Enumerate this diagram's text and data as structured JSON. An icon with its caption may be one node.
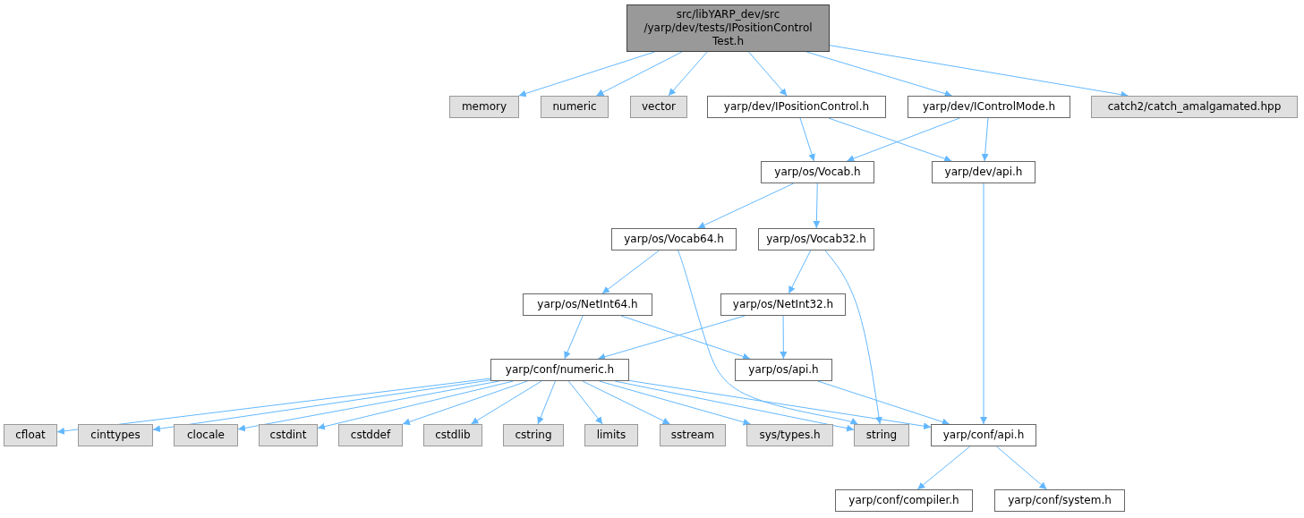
{
  "diagram": {
    "nodes": [
      {
        "text": [
          "src/libYARP_dev/src /yarp/dev/tests/IPositionControl Test.h"
        ]
      },
      {
        "text": [
          "memory"
        ]
      },
      {
        "text": [
          "numeric"
        ]
      },
      {
        "text": [
          "vector"
        ]
      },
      {
        "text": [
          "yarp/dev/IPositionControl.h"
        ]
      },
      {
        "text": [
          "yarp/dev/IControlMode.h"
        ]
      },
      {
        "text": [
          "catch2/catch_amalgamated.hpp"
        ]
      },
      {
        "text": [
          "yarp/os/Vocab.h"
        ]
      },
      {
        "text": [
          "yarp/dev/api.h"
        ]
      },
      {
        "text": [
          "yarp/os/Vocab64.h"
        ]
      },
      {
        "text": [
          "yarp/os/Vocab32.h"
        ]
      },
      {
        "text": [
          "yarp/os/NetInt64.h"
        ]
      },
      {
        "text": [
          "yarp/os/NetInt32.h"
        ]
      },
      {
        "text": [
          "yarp/conf/numeric.h"
        ]
      },
      {
        "text": [
          "yarp/os/api.h"
        ]
      },
      {
        "text": [
          "cfloat"
        ]
      },
      {
        "text": [
          "cinttypes"
        ]
      },
      {
        "text": [
          "clocale"
        ]
      },
      {
        "text": [
          "cstdint"
        ]
      },
      {
        "text": [
          "cstddef"
        ]
      },
      {
        "text": [
          "cstdlib"
        ]
      },
      {
        "text": [
          "cstring"
        ]
      },
      {
        "text": [
          "limits"
        ]
      },
      {
        "text": [
          "sstream"
        ]
      },
      {
        "text": [
          "sys/types.h"
        ]
      },
      {
        "text": [
          "string"
        ]
      },
      {
        "text": [
          "yarp/conf/api.h"
        ]
      },
      {
        "text": [
          "yarp/conf/compiler.h"
        ]
      },
      {
        "text": [
          "yarp/conf/system.h"
        ]
      }
    ],
    "edges": [
      {
        "from": 0,
        "to": 1,
        "arrow": "to"
      },
      {
        "from": 0,
        "to": 2,
        "arrow": "to"
      },
      {
        "from": 0,
        "to": 3,
        "arrow": "to"
      },
      {
        "from": 0,
        "to": 4,
        "arrow": "to"
      },
      {
        "from": 0,
        "to": 5,
        "arrow": "to"
      },
      {
        "from": 0,
        "to": 6,
        "arrow": "to"
      },
      {
        "from": 4,
        "to": 7,
        "arrow": "to"
      },
      {
        "from": 4,
        "to": 8,
        "arrow": "to"
      },
      {
        "from": 5,
        "to": 7,
        "arrow": "to"
      },
      {
        "from": 5,
        "to": 8,
        "arrow": "to"
      },
      {
        "from": 7,
        "to": 9,
        "arrow": "to"
      },
      {
        "from": 7,
        "to": 10,
        "arrow": "to"
      },
      {
        "from": 8,
        "to": 26,
        "arrow": "to"
      },
      {
        "from": 9,
        "to": 11,
        "arrow": "to"
      },
      {
        "from": 9,
        "to": 25,
        "arrow": "to"
      },
      {
        "from": 10,
        "to": 12,
        "arrow": "to"
      },
      {
        "from": 10,
        "to": 25,
        "arrow": "to"
      },
      {
        "from": 11,
        "to": 13,
        "arrow": "to"
      },
      {
        "from": 11,
        "to": 14,
        "arrow": "to"
      },
      {
        "from": 12,
        "to": 13,
        "arrow": "to"
      },
      {
        "from": 12,
        "to": 14,
        "arrow": "to"
      },
      {
        "from": 13,
        "to": 15,
        "arrow": "to"
      },
      {
        "from": 13,
        "to": 16,
        "arrow": "to"
      },
      {
        "from": 13,
        "to": 17,
        "arrow": "to"
      },
      {
        "from": 13,
        "to": 18,
        "arrow": "to"
      },
      {
        "from": 13,
        "to": 19,
        "arrow": "to"
      },
      {
        "from": 13,
        "to": 20,
        "arrow": "to"
      },
      {
        "from": 13,
        "to": 21,
        "arrow": "to"
      },
      {
        "from": 13,
        "to": 22,
        "arrow": "to"
      },
      {
        "from": 13,
        "to": 23,
        "arrow": "to"
      },
      {
        "from": 13,
        "to": 24,
        "arrow": "to"
      },
      {
        "from": 13,
        "to": 25,
        "arrow": "to"
      },
      {
        "from": 13,
        "to": 26,
        "arrow": "to"
      },
      {
        "from": 14,
        "to": 26,
        "arrow": "to"
      },
      {
        "from": 26,
        "to": 27,
        "arrow": "to"
      },
      {
        "from": 26,
        "to": 28,
        "arrow": "to"
      }
    ]
  }
}
